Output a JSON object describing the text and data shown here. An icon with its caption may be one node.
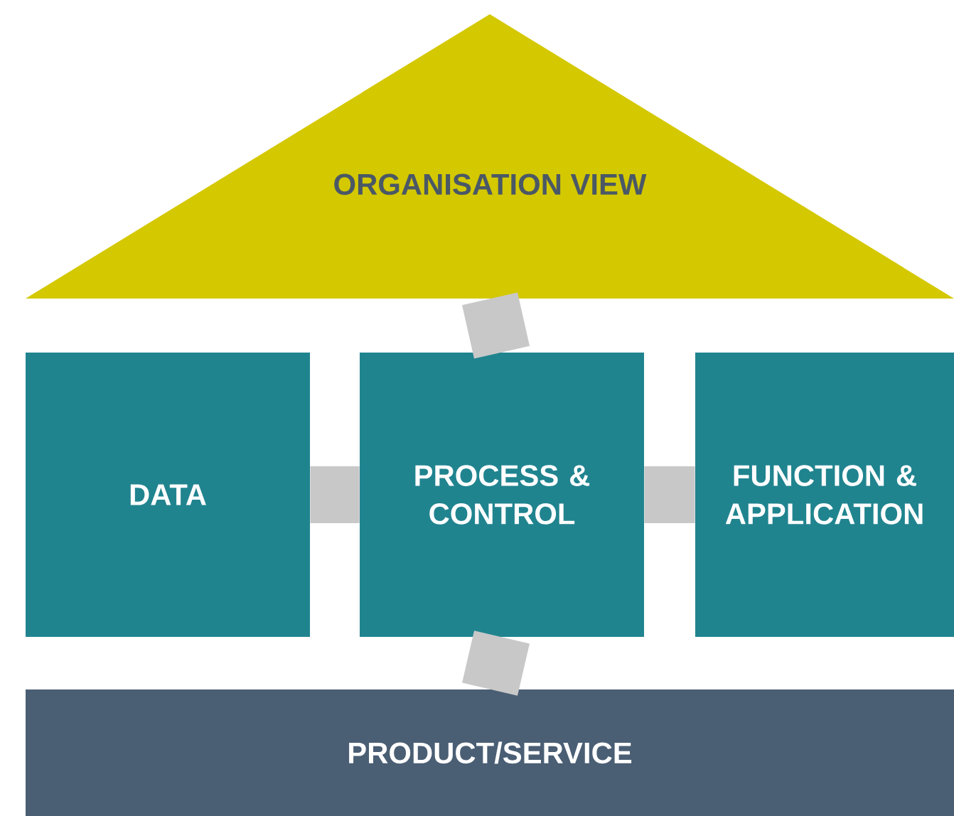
{
  "diagram": {
    "nodes": [
      {
        "text": [
          "ORGANISATION VIEW"
        ]
      },
      {
        "text": [
          "DATA"
        ]
      },
      {
        "text": [
          "PROCESS & CONTROL"
        ]
      },
      {
        "text": [
          "FUNCTION & APPLICATION"
        ]
      },
      {
        "text": [
          "PRODUCT/SERVICE"
        ]
      }
    ],
    "edges": [
      {
        "from": 0,
        "to": 2,
        "arrow": "none"
      },
      {
        "from": 1,
        "to": 2,
        "arrow": "none"
      },
      {
        "from": 2,
        "to": 3,
        "arrow": "none"
      },
      {
        "from": 2,
        "to": 4,
        "arrow": "none"
      }
    ]
  }
}
